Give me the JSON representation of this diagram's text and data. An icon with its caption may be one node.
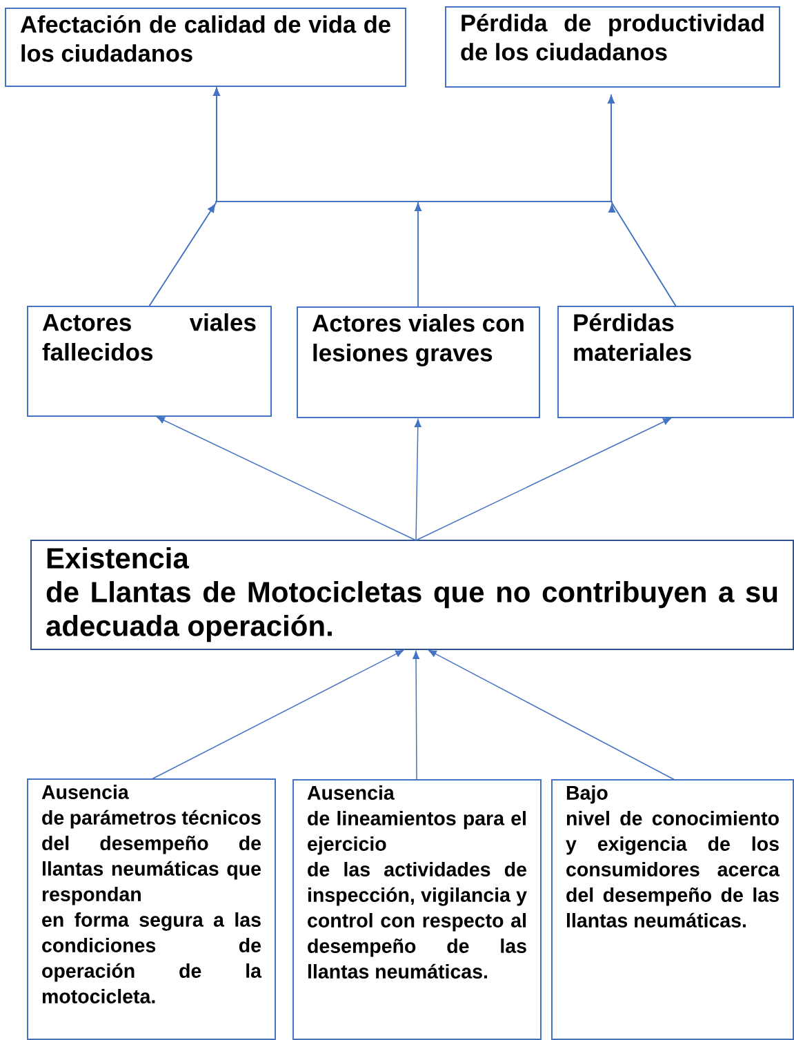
{
  "diagram": {
    "nodes": [
      {
        "text": [
          "Afectación de calidad de vida de los ciudadanos"
        ]
      },
      {
        "text": [
          "Pérdida de productividad de los ciudadanos"
        ]
      },
      {
        "text": [
          "Actores viales fallecidos"
        ]
      },
      {
        "text": [
          "Actores viales con lesiones graves"
        ]
      },
      {
        "text": [
          "Pérdidas materiales"
        ]
      },
      {
        "text": [
          "Existencia de Llantas de Motocicletas que no contribuyen a su adecuada operación."
        ]
      },
      {
        "text": [
          "Ausencia de parámetros técnicos del desempeño de llantas neumáticas que respondan en forma segura a las condiciones de operación de la motocicleta."
        ]
      },
      {
        "text": [
          "Ausencia de lineamientos para el ejercicio de las actividades de inspección, vigilancia y control con respecto al desempeño de las llantas neumáticas."
        ]
      },
      {
        "text": [
          "Bajo nivel de conocimiento y exigencia de los consumidores acerca del desempeño de las llantas neumáticas."
        ]
      }
    ],
    "edges": [
      {
        "from": 2,
        "to": 0,
        "arrow": "to"
      },
      {
        "from": 2,
        "to": 1,
        "arrow": "to"
      },
      {
        "from": 3,
        "to": 0,
        "arrow": "to"
      },
      {
        "from": 3,
        "to": 1,
        "arrow": "to"
      },
      {
        "from": 4,
        "to": 0,
        "arrow": "to"
      },
      {
        "from": 4,
        "to": 1,
        "arrow": "to"
      },
      {
        "from": 5,
        "to": 2,
        "arrow": "to"
      },
      {
        "from": 5,
        "to": 3,
        "arrow": "to"
      },
      {
        "from": 5,
        "to": 4,
        "arrow": "to"
      },
      {
        "from": 6,
        "to": 5,
        "arrow": "to"
      },
      {
        "from": 7,
        "to": 5,
        "arrow": "to"
      },
      {
        "from": 8,
        "to": 5,
        "arrow": "to"
      }
    ]
  }
}
